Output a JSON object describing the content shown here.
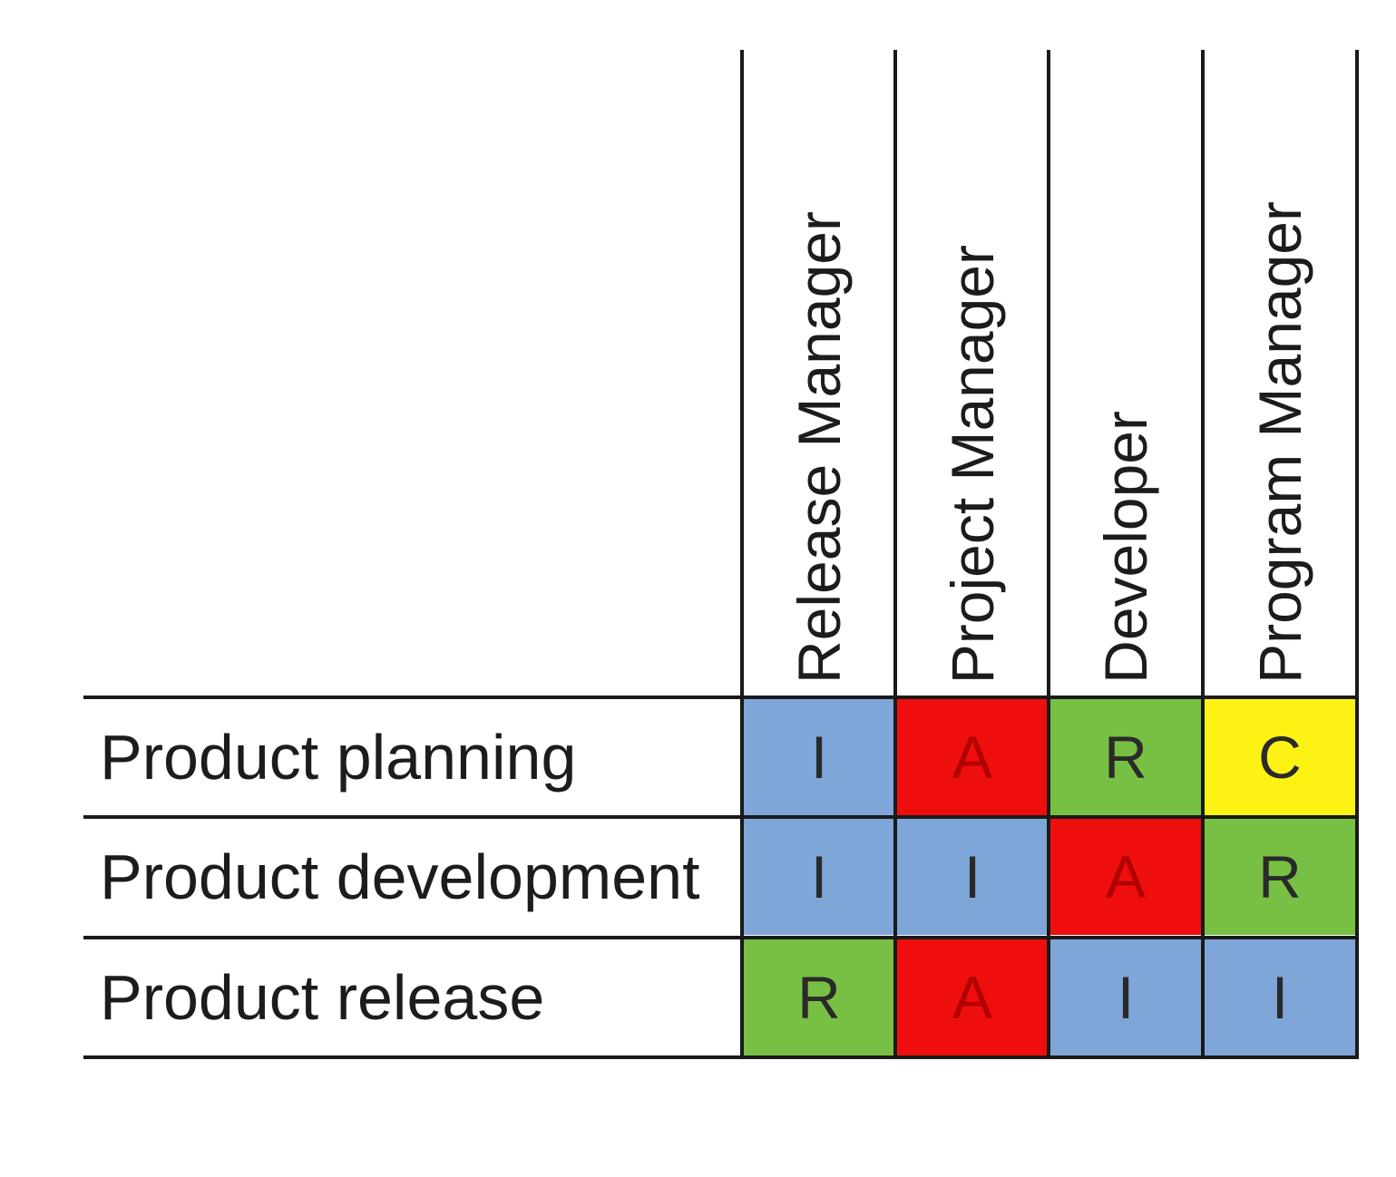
{
  "colors": {
    "I": "#7fa6d8",
    "A": "#ee0e0e",
    "R": "#78c043",
    "C": "#fcf315",
    "A_text": "#b00000"
  },
  "roles": [
    "Release Manager",
    "Project Manager",
    "Developer",
    "Program Manager"
  ],
  "tasks": [
    {
      "label": "Product planning",
      "cells": [
        "I",
        "A",
        "R",
        "C"
      ]
    },
    {
      "label": "Product development",
      "cells": [
        "I",
        "I",
        "A",
        "R"
      ]
    },
    {
      "label": "Product release",
      "cells": [
        "R",
        "A",
        "I",
        "I"
      ]
    }
  ]
}
